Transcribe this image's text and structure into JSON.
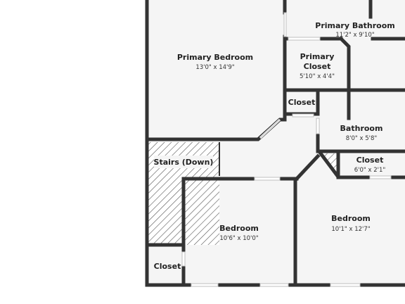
{
  "plan": {
    "rooms": {
      "primary_bedroom": {
        "name": "Primary Bedroom",
        "dims": "13'0\" x 14'9\""
      },
      "primary_bathroom": {
        "name": "Primary Bathroom",
        "dims": "11'2\" x 9'10\""
      },
      "primary_closet": {
        "name_line1": "Primary",
        "name_line2": "Closet",
        "dims": "5'10\" x 4'4\""
      },
      "hall_closet": {
        "name": "Closet"
      },
      "bathroom": {
        "name": "Bathroom",
        "dims": "8'0\" x 5'8\""
      },
      "stairs": {
        "name": "Stairs (Down)"
      },
      "linen_closet": {
        "name": "Closet",
        "dims": "6'0\" x 2'1\""
      },
      "bedroom_left": {
        "name": "Bedroom",
        "dims": "10'6\" x 10'0\""
      },
      "bedroom_right": {
        "name": "Bedroom",
        "dims": "10'1\" x 12'7\""
      },
      "bottom_closet": {
        "name": "Closet"
      }
    },
    "colors": {
      "wall": "#333333",
      "floor": "#f5f5f5",
      "background": "#ffffff"
    }
  }
}
